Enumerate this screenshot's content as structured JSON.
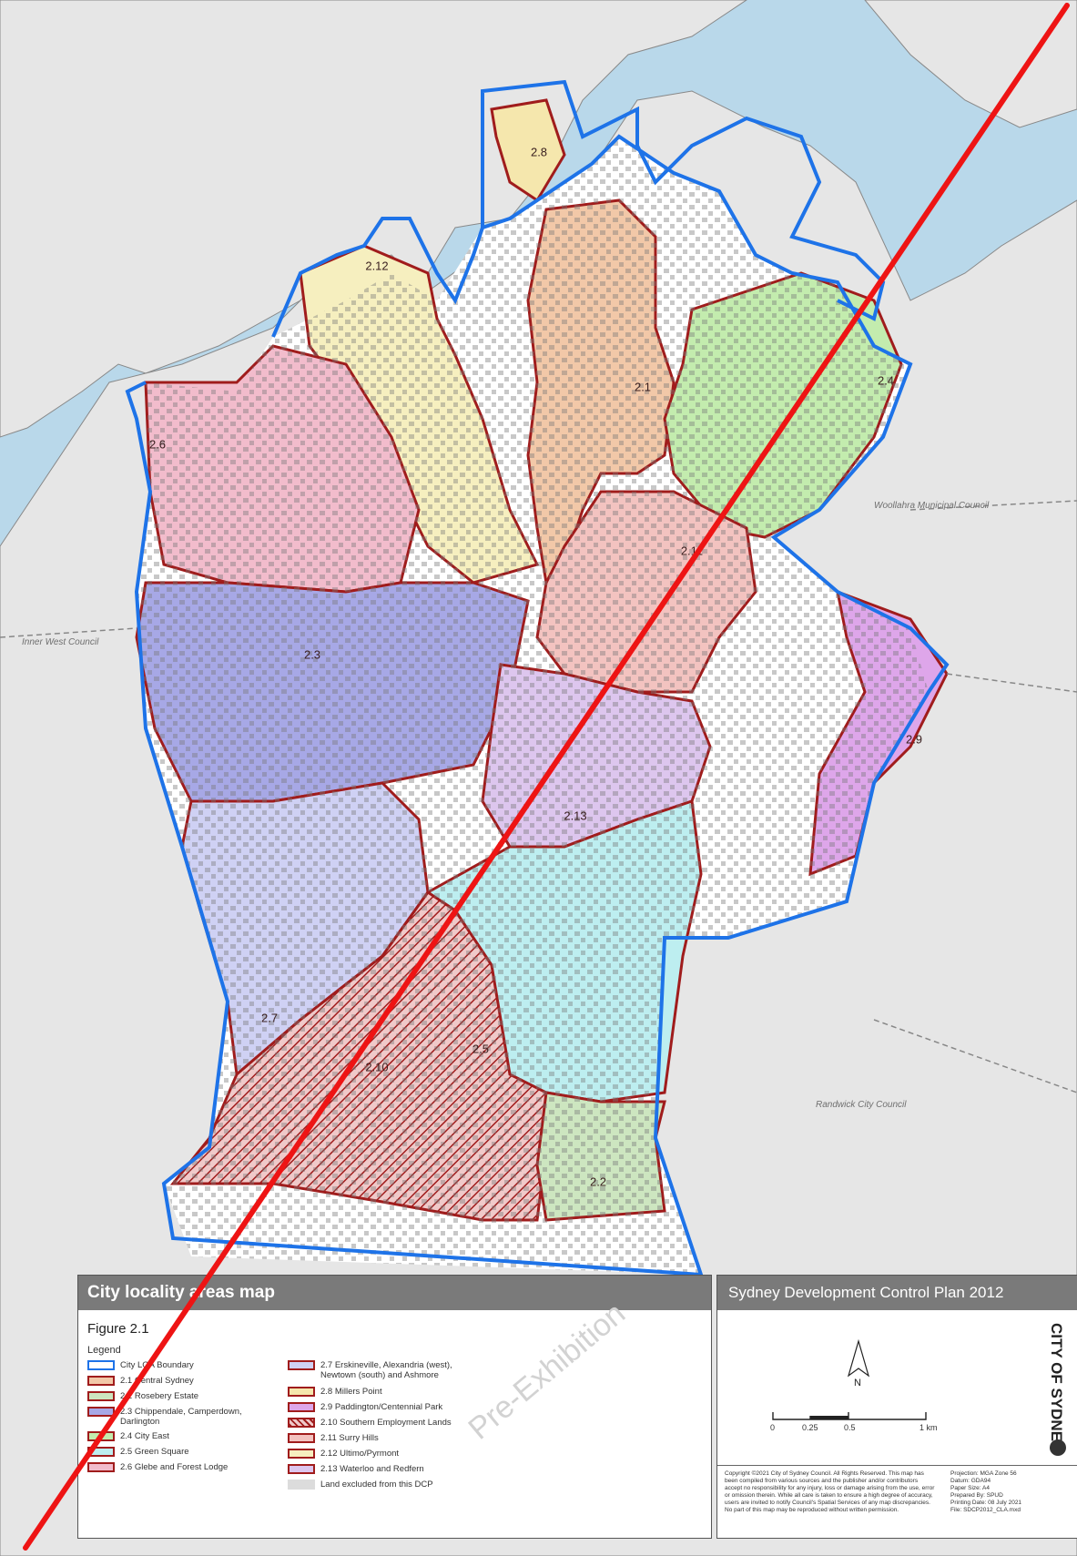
{
  "map": {
    "colors": {
      "water": "#b9d8ea",
      "land": "#e6e6e6",
      "lga_boundary": "#1e73e8",
      "area_border": "#a01c1c",
      "central_sydney": "#f2c8a8",
      "rosebery": "#cde6c0",
      "chippendale": "#a7a8e6",
      "city_east": "#c3ecae",
      "green_square": "#bdeef0",
      "glebe": "#f2bccc",
      "erskineville": "#cfd1f4",
      "millers_point": "#f5e7ad",
      "paddington": "#dea6ea",
      "southern_employment": "#f0c9c9",
      "surry_hills": "#f3c3c0",
      "ultimo": "#f6efbf",
      "waterloo": "#ddc6ee",
      "excluded": "#dcdcdc"
    },
    "area_labels": [
      "2.8",
      "2.12",
      "2.1",
      "2.4",
      "2.6",
      "2.11",
      "2.3",
      "2.9",
      "2.13",
      "2.7",
      "2.5",
      "2.10",
      "2.2"
    ],
    "councils": [
      "Inner West Council",
      "Woollahra Municipal Council",
      "Randwick City Council"
    ]
  },
  "legend": {
    "header": "City locality areas map",
    "figure": "Figure 2.1",
    "title": "Legend",
    "items": [
      {
        "label": "City LGA Boundary",
        "color": "#ffffff",
        "border": "#1e73e8"
      },
      {
        "label": "2.1 Central Sydney",
        "color": "#f2c8a8",
        "border": "#a01c1c"
      },
      {
        "label": "2.2 Rosebery Estate",
        "color": "#cde6c0",
        "border": "#a01c1c"
      },
      {
        "label": "2.3 Chippendale, Camperdown, Darlington",
        "color": "#a7a8e6",
        "border": "#a01c1c"
      },
      {
        "label": "2.4 City East",
        "color": "#c3ecae",
        "border": "#a01c1c"
      },
      {
        "label": "2.5 Green Square",
        "color": "#bdeef0",
        "border": "#a01c1c"
      },
      {
        "label": "2.6 Glebe and Forest Lodge",
        "color": "#f2bccc",
        "border": "#a01c1c"
      },
      {
        "label": "2.7 Erskineville, Alexandria (west), Newtown (south) and Ashmore",
        "color": "#cfd1f4",
        "border": "#a01c1c"
      },
      {
        "label": "2.8 Millers Point",
        "color": "#f5e7ad",
        "border": "#a01c1c"
      },
      {
        "label": "2.9 Paddington/Centennial Park",
        "color": "#dea6ea",
        "border": "#a01c1c"
      },
      {
        "label": "2.10 Southern Employment Lands",
        "color": "#f0c9c9",
        "border": "#a01c1c"
      },
      {
        "label": "2.11 Surry Hills",
        "color": "#f3c3c0",
        "border": "#a01c1c"
      },
      {
        "label": "2.12 Ultimo/Pyrmont",
        "color": "#f6efbf",
        "border": "#a01c1c"
      },
      {
        "label": "2.13 Waterloo and Redfern",
        "color": "#ddc6ee",
        "border": "#a01c1c"
      },
      {
        "label": "Land excluded from this DCP",
        "color": "#dcdcdc",
        "border": "#dcdcdc"
      }
    ]
  },
  "plan": {
    "header": "Sydney Development Control Plan 2012",
    "brand": "CITY OF SYDNEY",
    "north": "N",
    "scale_labels": [
      "0",
      "0.25",
      "0.5",
      "1 km"
    ],
    "copyright": "Copyright ©2021 City of Sydney Council. All Rights Reserved. This map has been compiled from various sources and the publisher and/or contributors accept no responsibility for any injury, loss or damage arising from the use, error or omission therein. While all care is taken to ensure a high degree of accuracy, users are invited to notify Council's Spatial Services of any map discrepancies. No part of this map may be reproduced without written permission.",
    "projection": "Projection: MGA Zone 56\nDatum: GDA94\nPaper Size: A4\nPrepared By: SPUD\nPrinting Date: 08 July 2021\nFile: SDCP2012_CLA.mxd"
  },
  "watermark": "Pre-Exhibition"
}
